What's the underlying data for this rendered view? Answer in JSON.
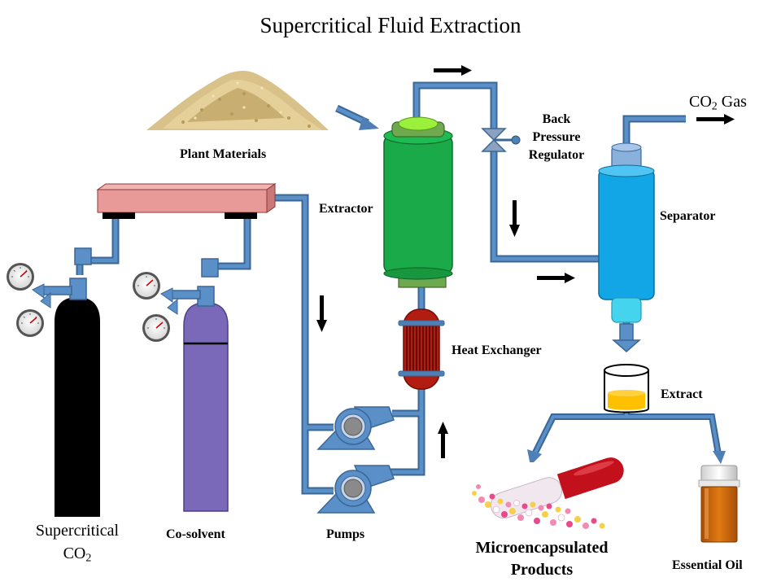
{
  "title": "Supercritical Fluid Extraction",
  "labels": {
    "plant_materials": "Plant Materials",
    "extractor": "Extractor",
    "back_pressure_regulator": [
      "Back",
      "Pressure",
      "Regulator"
    ],
    "co2_gas": {
      "prefix": "CO",
      "subscript": "2",
      "suffix": " Gas"
    },
    "separator": "Separator",
    "heat_exchanger": "Heat Exchanger",
    "extract": "Extract",
    "supercritical_co2": {
      "line1": "Supercritical",
      "line2_prefix": "CO",
      "line2_subscript": "2"
    },
    "co_solvent": "Co-solvent",
    "pumps": "Pumps",
    "microencapsulated_products": [
      "Microencapsulated",
      "Products"
    ],
    "essential_oil": "Essential Oil"
  },
  "colors": {
    "pipe": "#4e7fb5",
    "pipe_dark": "#3a6796",
    "extractor_body": "#1aaa4a",
    "extractor_cap": "#6ea84f",
    "extractor_top": "#9af03a",
    "separator_body": "#12a6e6",
    "separator_cap": "#8ab0dc",
    "separator_bottom": "#45d4ee",
    "heat_exchanger": "#b31c10",
    "co2_cylinder": "#000000",
    "cosolvent_cylinder": "#7a68b8",
    "manifold": "#e89a98",
    "extract_liquid": "#ffc000",
    "essential_oil": "#d2680a"
  }
}
